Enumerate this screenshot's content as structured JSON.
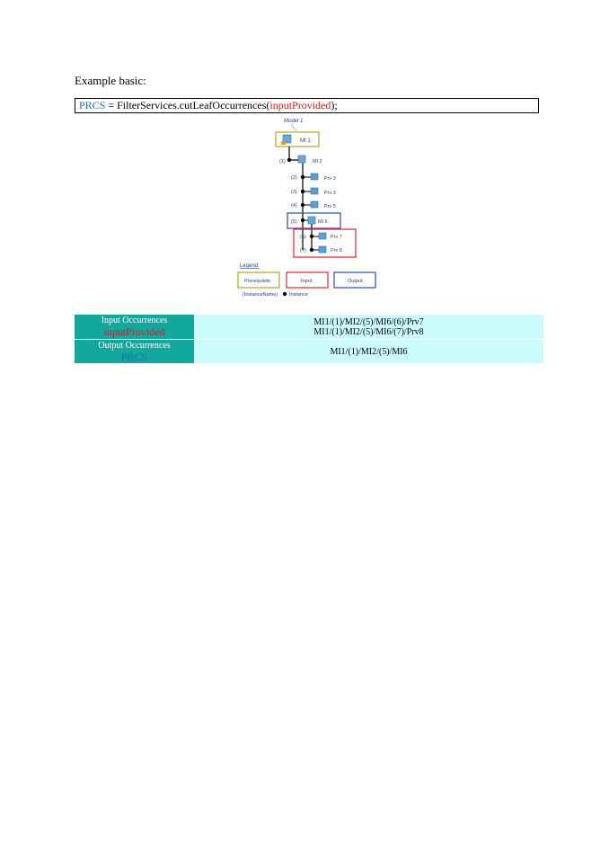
{
  "heading": "Example basic:",
  "code": {
    "lhs": "PRCS",
    "mid": " = FilterServices.cutLeafOccurrences(",
    "arg": "inputProvided",
    "end": ");"
  },
  "diagram": {
    "model_label": "Model 1",
    "root_label": "MI 1",
    "nodes": [
      {
        "index": "(1)",
        "label": "MI 2"
      },
      {
        "index": "(2)",
        "label": "Prv 3"
      },
      {
        "index": "(3)",
        "label": "Prv 3"
      },
      {
        "index": "(4)",
        "label": "Prv 5"
      },
      {
        "index": "(5)",
        "label": "MI 6"
      },
      {
        "index": "(6)",
        "label": "Prv 7"
      },
      {
        "index": "(7)",
        "label": "Prv 8"
      }
    ],
    "legend": {
      "title": "Legend:",
      "prerequisite": "Prerequisite",
      "input": "Input",
      "output": "Output",
      "instance_name": "(InstanceName)",
      "instance": "Instance"
    },
    "colors": {
      "prerequisite": "#b8a32a",
      "input": "#e0262a",
      "output": "#2a4cb8",
      "text": "#1f3f8f"
    }
  },
  "table": {
    "input": {
      "label": "Input Occurrences",
      "var": "inputProvided",
      "values": [
        "MI1/(1)/MI2/(5)/MI6/(6)/Prv7",
        "MI1/(1)/MI2/(5)/MI6/(7)/Prv8"
      ]
    },
    "output": {
      "label": "Output Occurrences",
      "var": "PRCS",
      "values": [
        "MI1/(1)/MI2/(5)/MI6"
      ]
    }
  }
}
